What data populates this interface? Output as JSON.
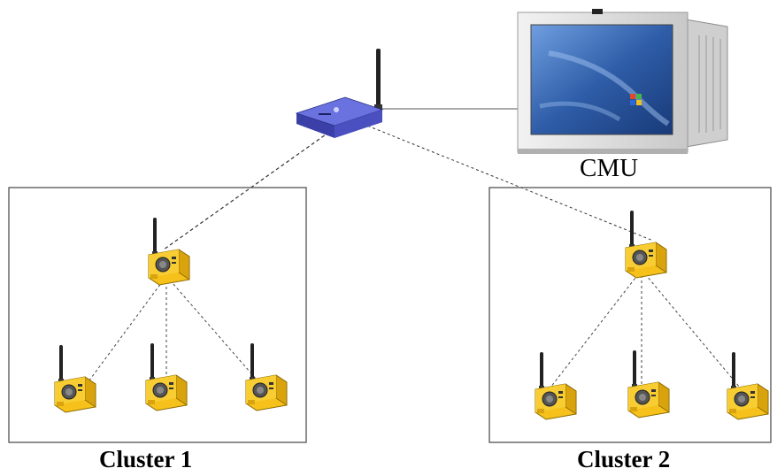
{
  "labels": {
    "cmu": "CMU",
    "cluster1": "Cluster 1",
    "cluster2": "Cluster 2"
  },
  "colors": {
    "router_body": "#5c63d6",
    "sensor_body": "#f5c11a",
    "monitor_frame": "#d9d9d9",
    "screen": "#2f5da8",
    "link_line": "#555555"
  },
  "icons": {
    "router": "wireless-router-icon",
    "cmu": "cmu-computer-icon",
    "sensor": "wireless-sensor-node-icon"
  }
}
